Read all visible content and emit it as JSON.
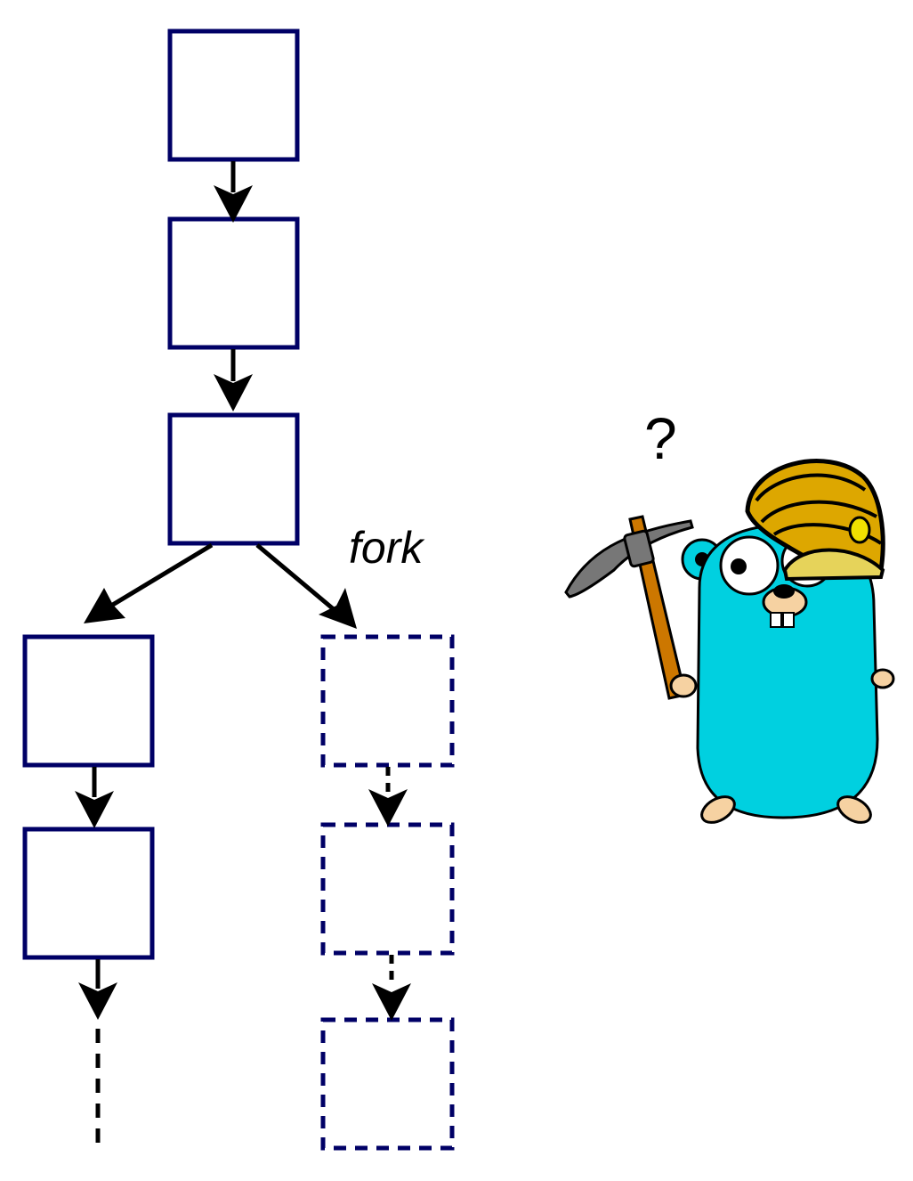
{
  "diagram": {
    "fork_label": "fork",
    "question_mark": "?",
    "colors": {
      "box_stroke": "#000066",
      "arrow": "#000000",
      "gopher_body": "#00d0e0",
      "helmet": "#dda700",
      "helmet_light": "#f0e000",
      "pickaxe_head": "#777777",
      "pickaxe_handle": "#cc7700",
      "skin": "#f6d2a2"
    },
    "main_chain": [
      {
        "id": "block-1",
        "style": "solid"
      },
      {
        "id": "block-2",
        "style": "solid"
      },
      {
        "id": "block-3",
        "style": "solid"
      }
    ],
    "left_branch": [
      {
        "id": "block-left-1",
        "style": "solid"
      },
      {
        "id": "block-left-2",
        "style": "solid"
      }
    ],
    "right_branch": [
      {
        "id": "block-fork-1",
        "style": "dashed"
      },
      {
        "id": "block-fork-2",
        "style": "dashed"
      },
      {
        "id": "block-fork-3",
        "style": "dashed"
      }
    ],
    "mascot": "miner-gopher"
  }
}
